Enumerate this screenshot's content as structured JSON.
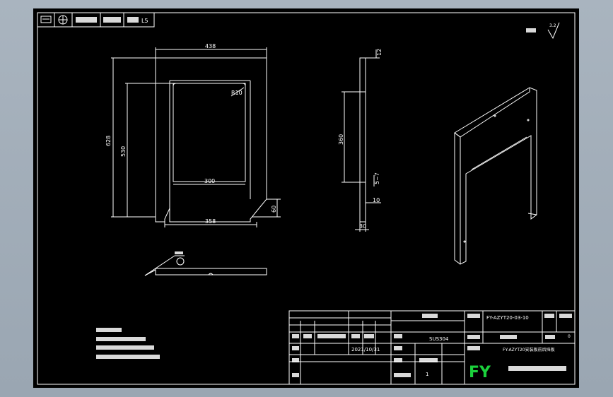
{
  "top_bar": {
    "scale_label": "L5"
  },
  "surface": {
    "roughness": "3.2"
  },
  "dims": {
    "front_width": "438",
    "front_height": "628",
    "inner_height": "530",
    "inner_span": "300",
    "outer_span": "358",
    "leg_height": "60",
    "corner_radius": "R10",
    "side_top": "12",
    "side_height": "360",
    "side_gap": "5~7",
    "side_small": "10",
    "side_thickness": "30"
  },
  "title_block": {
    "drawing_no": "FY-AZYT20-03-10",
    "material": "SUS304",
    "date": "2021/10/31",
    "quantity": "1",
    "weight": "0",
    "description": "FY-AZYT20安装板前后挡板",
    "logo": "FY"
  },
  "colors": {
    "background": "#9aa6b2",
    "drawing_bg": "#000000",
    "lines": "#ffffff",
    "logo": "#1bd13c"
  }
}
